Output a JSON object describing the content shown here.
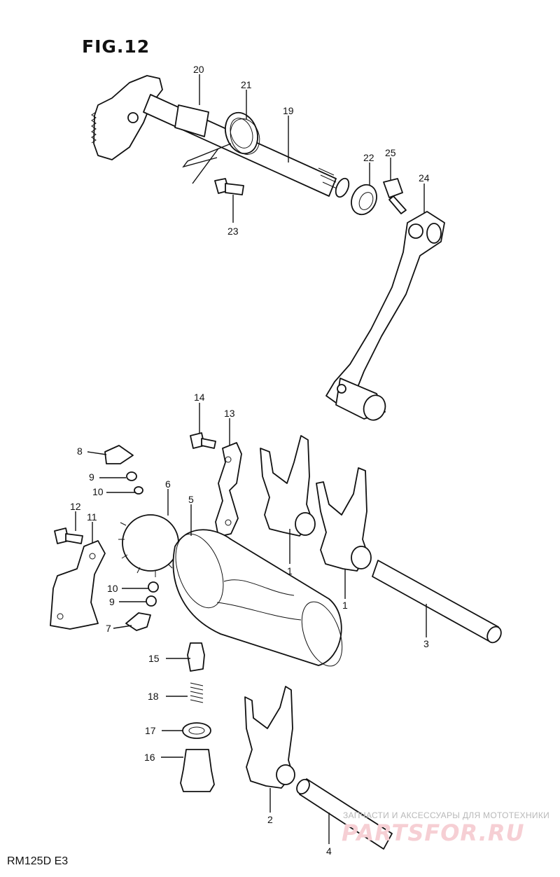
{
  "figure": {
    "title": "FIG.12",
    "model_code": "RM125D E3"
  },
  "watermark": {
    "tagline": "ЗАПЧАСТИ И АКСЕССУАРЫ ДЛЯ МОТОТЕХНИКИ",
    "logo": "PARTSFOR.RU"
  },
  "callouts": [
    {
      "id": "c20",
      "label": "20"
    },
    {
      "id": "c21",
      "label": "21"
    },
    {
      "id": "c19",
      "label": "19"
    },
    {
      "id": "c22",
      "label": "22"
    },
    {
      "id": "c25",
      "label": "25"
    },
    {
      "id": "c24",
      "label": "24"
    },
    {
      "id": "c23",
      "label": "23"
    },
    {
      "id": "c14",
      "label": "14"
    },
    {
      "id": "c13",
      "label": "13"
    },
    {
      "id": "c8",
      "label": "8"
    },
    {
      "id": "c9a",
      "label": "9"
    },
    {
      "id": "c10a",
      "label": "10"
    },
    {
      "id": "c6",
      "label": "6"
    },
    {
      "id": "c5",
      "label": "5"
    },
    {
      "id": "c12",
      "label": "12"
    },
    {
      "id": "c11",
      "label": "11"
    },
    {
      "id": "c10b",
      "label": "10"
    },
    {
      "id": "c9b",
      "label": "9"
    },
    {
      "id": "c7",
      "label": "7"
    },
    {
      "id": "c1a",
      "label": "1"
    },
    {
      "id": "c1b",
      "label": "1"
    },
    {
      "id": "c3",
      "label": "3"
    },
    {
      "id": "c15",
      "label": "15"
    },
    {
      "id": "c18",
      "label": "18"
    },
    {
      "id": "c17",
      "label": "17"
    },
    {
      "id": "c16",
      "label": "16"
    },
    {
      "id": "c2",
      "label": "2"
    },
    {
      "id": "c4",
      "label": "4"
    }
  ]
}
